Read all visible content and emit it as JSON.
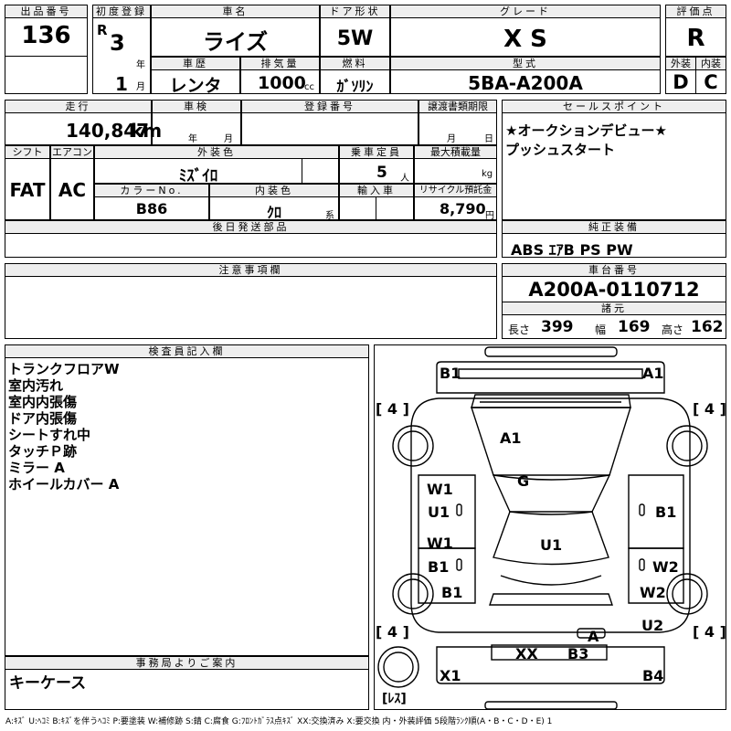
{
  "header": {
    "lot_no_label": "出品番号",
    "lot_no": "136",
    "first_reg_label": "初度登録",
    "era": "R",
    "year": "3",
    "year_unit": "年",
    "month": "1",
    "month_unit": "月",
    "car_name_label": "車名",
    "car_name": "ライズ",
    "door_label": "ドア形状",
    "door": "5W",
    "grade_label": "グレード",
    "grade": "X S",
    "score_label": "評価点",
    "score": "R",
    "history_label": "車歴",
    "history": "レンタ",
    "displacement_label": "排気量",
    "displacement": "1000",
    "displacement_unit": "cc",
    "fuel_label": "燃料",
    "fuel": "ｶﾞｿﾘﾝ",
    "model_label": "型式",
    "model": "5BA-A200A",
    "exterior_label": "外装",
    "exterior": "D",
    "interior_label": "内装",
    "interior": "C"
  },
  "row2": {
    "mileage_label": "走行",
    "mileage": "140,847",
    "mileage_unit": "km",
    "inspection_label": "車検",
    "insp_year_unit": "年",
    "insp_month_unit": "月",
    "reg_no_label": "登録番号",
    "transfer_label": "譲渡書類期限",
    "transfer_month_unit": "月",
    "transfer_day_unit": "日",
    "shift_label": "シフト",
    "shift": "FAT",
    "ac_label": "エアコン",
    "ac": "AC",
    "color_label": "外装色",
    "color": "ﾐｽﾞｲﾛ",
    "capacity_label": "乗車定員",
    "capacity": "5",
    "capacity_unit": "人",
    "max_load_label": "最大積載量",
    "max_load_unit": "kg",
    "color_no_label": "カラーNo.",
    "color_no": "B86",
    "int_color_label": "内装色",
    "int_color": "ｸﾛ",
    "int_color_unit": "系",
    "import_label": "輸入車",
    "recycle_label": "リサイクル預託金",
    "recycle": "8,790",
    "recycle_unit": "円"
  },
  "sales_point": {
    "label": "セールスポイント",
    "text": "★オークションデビュー★\nプッシュスタート"
  },
  "later_parts": {
    "label": "後日発送部品"
  },
  "equipment": {
    "label": "純正装備",
    "text": "ABS ｴｱB PS PW"
  },
  "notes": {
    "label": "注意事項欄"
  },
  "chassis": {
    "label": "車台番号",
    "number": "A200A-0110712"
  },
  "specs": {
    "label": "諸元",
    "length_label": "長さ",
    "length": "399",
    "width_label": "幅",
    "width": "169",
    "height_label": "高さ",
    "height": "162"
  },
  "inspector": {
    "label": "検査員記入欄",
    "text": "トランクフロアW\n室内汚れ\n室内内張傷\nドア内張傷\nシートすれ中\nタッチＰ跡\nミラー A\nホイールカバー A"
  },
  "office": {
    "label": "事務局よりご案内",
    "text": "キーケース"
  },
  "diagram": {
    "tire": "[ 4 ]",
    "spare": "[ﾚｽ]",
    "labels": [
      "B1",
      "A1",
      "A1",
      "G",
      "W1",
      "U1",
      "B1",
      "W1",
      "U1",
      "B1",
      "W2",
      "B1",
      "W2",
      "U2",
      "A",
      "XX",
      "B3",
      "X1",
      "B4"
    ]
  },
  "legend": "A:ｷｽﾞ U:ﾍｺﾐ B:ｷｽﾞを伴うﾍｺﾐ P:要塗装 W:補修跡 S:錆 C:腐食 G:ﾌﾛﾝﾄｶﾞﾗｽ点ｷｽﾞ XX:交換済み X:要交換 内・外装評価 5段階ﾗﾝｸ順(A・B・C・D・E) 1"
}
